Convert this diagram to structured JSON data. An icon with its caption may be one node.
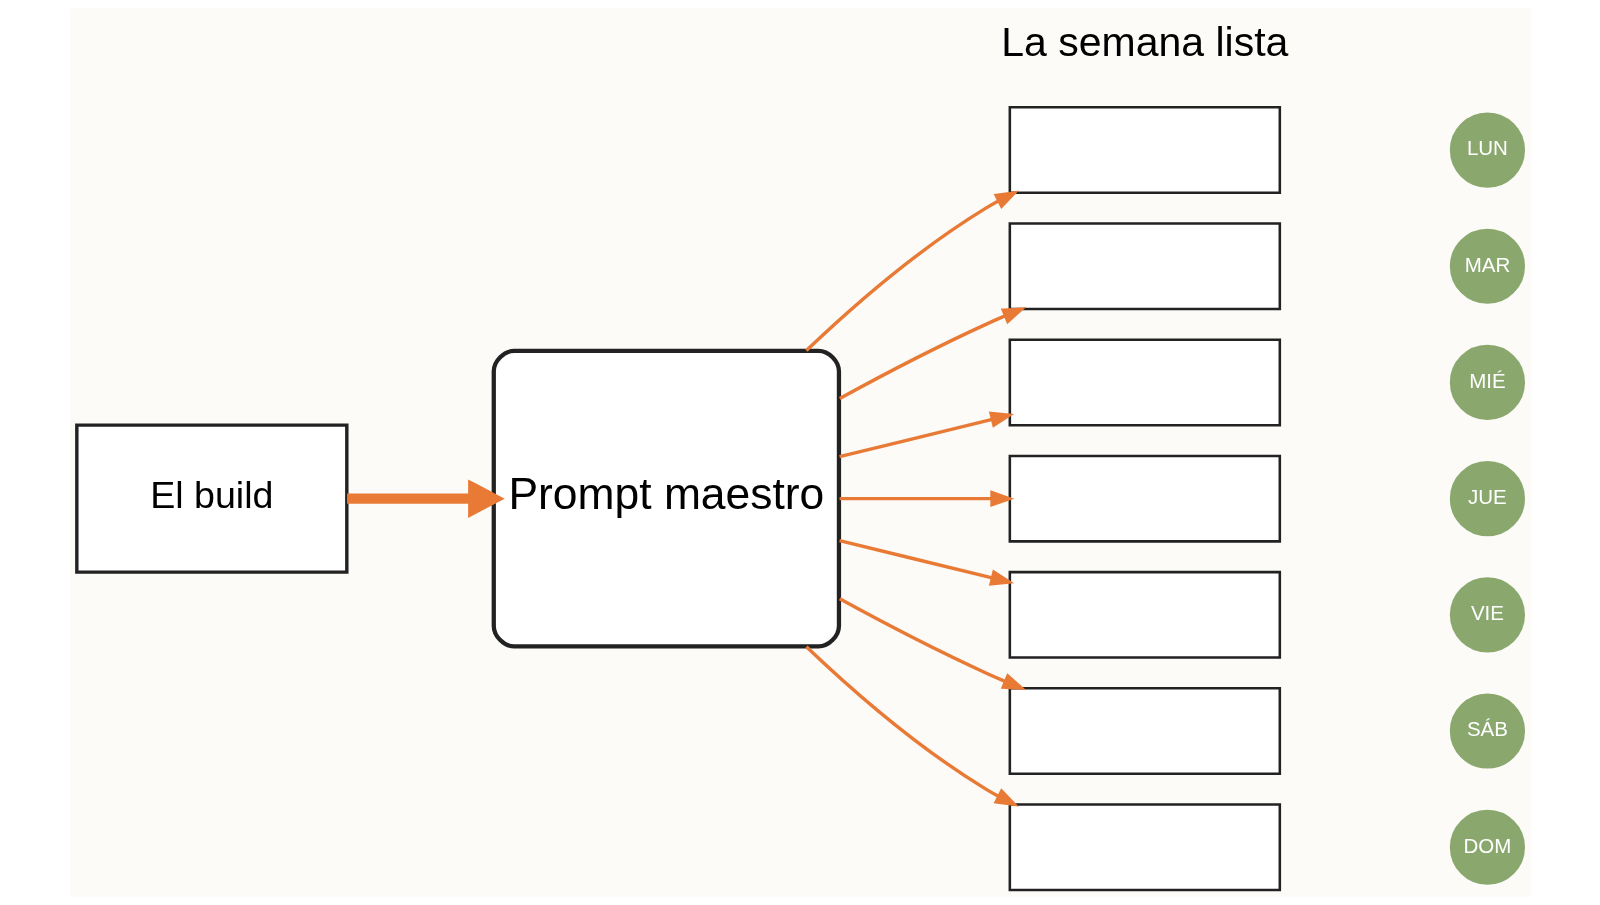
{
  "diagram": {
    "nodes": [
      {
        "text": [
          "El build"
        ]
      },
      {
        "text": [
          "Prompt maestro"
        ]
      },
      {
        "text": [],
        "shape": "box"
      },
      {
        "text": [],
        "shape": "box"
      },
      {
        "text": [],
        "shape": "box"
      },
      {
        "text": [],
        "shape": "box"
      },
      {
        "text": [],
        "shape": "box"
      },
      {
        "text": [],
        "shape": "box"
      },
      {
        "text": [],
        "shape": "box"
      },
      {
        "text": [
          "LUN"
        ]
      },
      {
        "text": [
          "MAR"
        ]
      },
      {
        "text": [
          "MIÉ"
        ]
      },
      {
        "text": [
          "JUE"
        ]
      },
      {
        "text": [
          "VIE"
        ]
      },
      {
        "text": [
          "SÁB"
        ]
      },
      {
        "text": [
          "DOM"
        ]
      }
    ],
    "edges": [
      {
        "from": 0,
        "to": 1,
        "arrow": "to",
        "style": "thick"
      },
      {
        "from": 1,
        "to": 2,
        "arrow": "to"
      },
      {
        "from": 1,
        "to": 3,
        "arrow": "to"
      },
      {
        "from": 1,
        "to": 4,
        "arrow": "to"
      },
      {
        "from": 1,
        "to": 5,
        "arrow": "to"
      },
      {
        "from": 1,
        "to": 6,
        "arrow": "to"
      },
      {
        "from": 1,
        "to": 7,
        "arrow": "to"
      },
      {
        "from": 1,
        "to": 8,
        "arrow": "to"
      }
    ],
    "labels": [
      "La semana lista"
    ]
  }
}
